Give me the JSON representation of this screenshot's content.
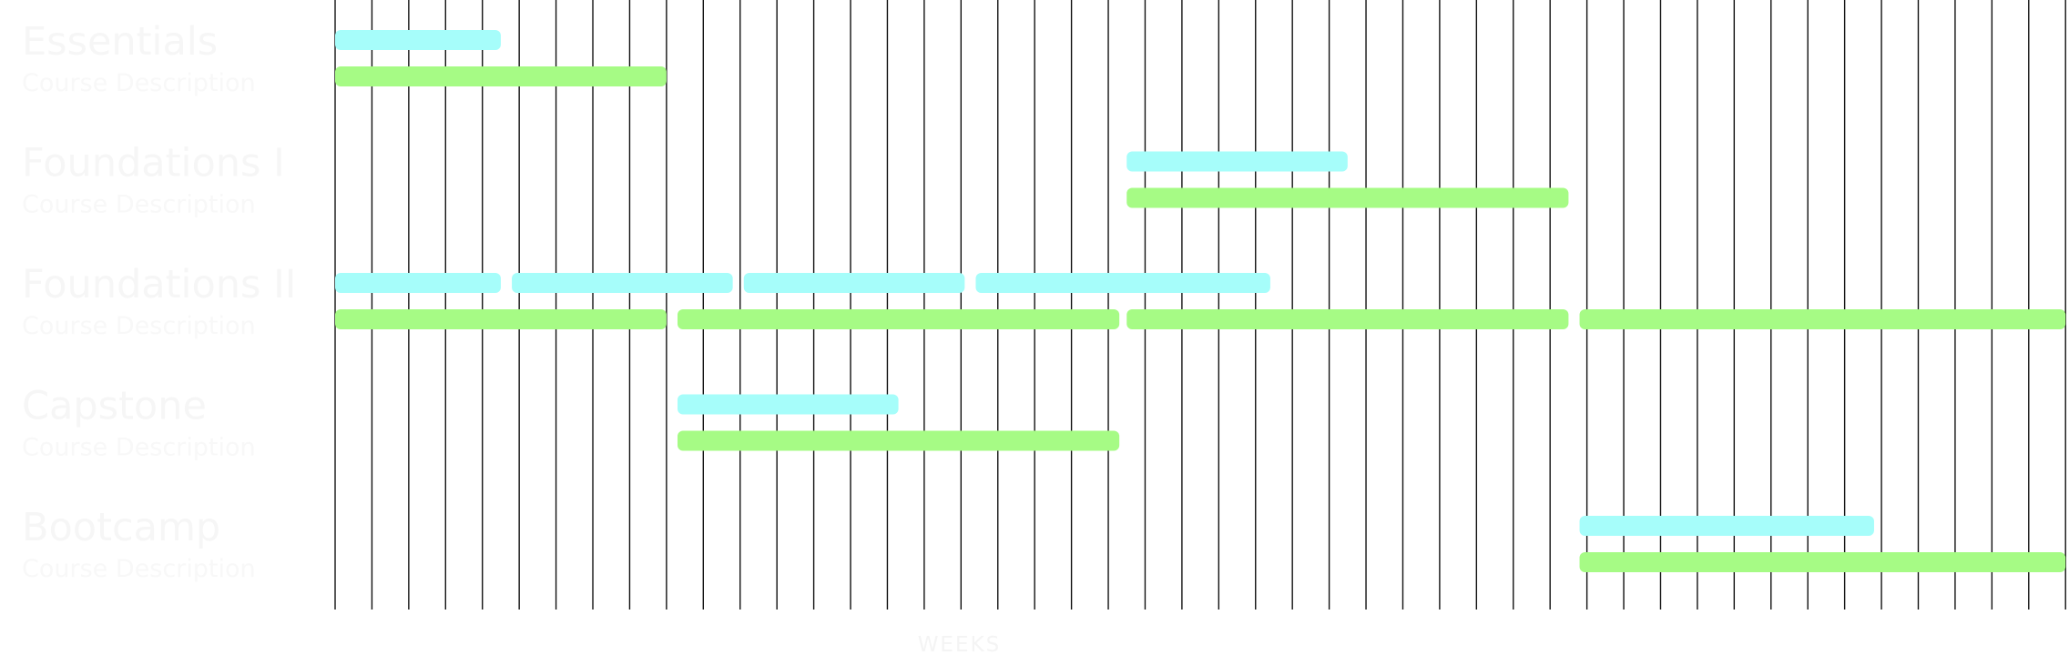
{
  "chart_data": {
    "type": "gantt",
    "xlabel": "WEEKS",
    "week_count": 47,
    "colors": {
      "bar_a": "#a6fdfa",
      "bar_b": "#a6fb85",
      "grid": "#111111",
      "row_text": "#f6f6f6",
      "background": "#ffffff"
    },
    "rows": [
      {
        "title": "Essentials",
        "description": "Course Description",
        "series_a": [
          [
            0,
            4.5
          ]
        ],
        "series_b": [
          [
            0,
            9
          ]
        ]
      },
      {
        "title": "Foundations I",
        "description": "Course Description",
        "series_a": [
          [
            21.5,
            27.5
          ]
        ],
        "series_b": [
          [
            21.5,
            33.5
          ]
        ]
      },
      {
        "title": "Foundations II",
        "description": "Course Description",
        "series_a": [
          [
            0,
            4.5
          ],
          [
            4.8,
            10.8
          ],
          [
            11.1,
            17.1
          ],
          [
            17.4,
            25.4
          ]
        ],
        "series_b": [
          [
            0,
            9
          ],
          [
            9.3,
            21.3
          ],
          [
            21.5,
            33.5
          ],
          [
            33.8,
            47
          ]
        ]
      },
      {
        "title": "Capstone",
        "description": "Course Description",
        "series_a": [
          [
            9.3,
            15.3
          ]
        ],
        "series_b": [
          [
            9.3,
            21.3
          ]
        ]
      },
      {
        "title": "Bootcamp",
        "description": "Course Description",
        "series_a": [
          [
            33.8,
            41.8
          ]
        ],
        "series_b": [
          [
            33.8,
            47
          ]
        ]
      }
    ]
  }
}
